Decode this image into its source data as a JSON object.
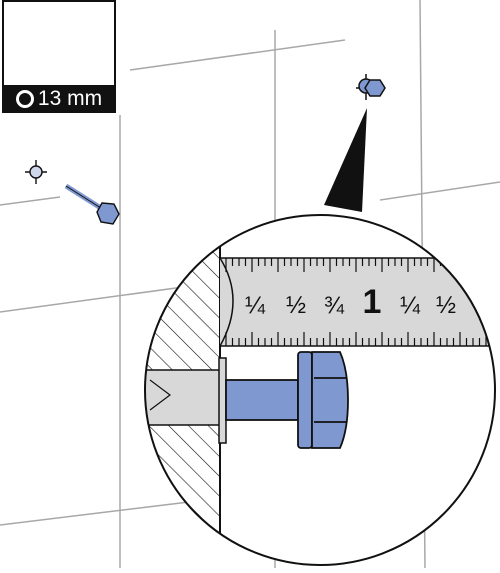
{
  "tool_badge": {
    "icon": "socket-wrench-icon",
    "size_icon": "hex-socket-icon",
    "size_label": "13 mm"
  },
  "tape_measure": {
    "marks": [
      "1/4",
      "1/2",
      "3/4",
      "1",
      "1/4",
      "1/2"
    ],
    "mark_glyphs": [
      "¼",
      "½",
      "¾",
      "1",
      "¼",
      "½"
    ]
  },
  "colors": {
    "bolt": "#7f98cf",
    "line": "#111111",
    "tape": "#d8d8d8",
    "wall_grid": "#9a9a9a"
  }
}
